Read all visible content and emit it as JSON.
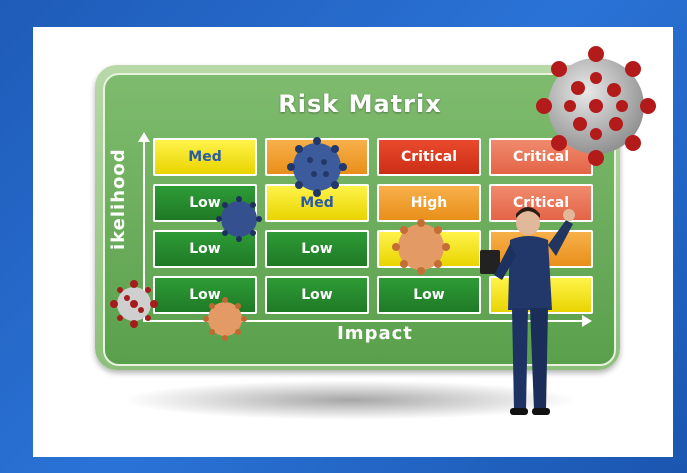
{
  "matrix": {
    "title": "Risk Matrix",
    "y_axis_label": "ikelihood",
    "x_axis_label": "Impact",
    "rows": [
      [
        "Med",
        "",
        "Critical",
        "Critical"
      ],
      [
        "Low",
        "Med",
        "High",
        "Critical"
      ],
      [
        "Low",
        "Low",
        "",
        ""
      ],
      [
        "Low",
        "Low",
        "Low",
        ""
      ]
    ]
  },
  "colors": {
    "background": "#1f5bb8",
    "board_green": "#5aa04c",
    "yellow": "#f0dc1a",
    "green": "#228a2c",
    "orange": "#f0a030",
    "red": "#d83a20",
    "virus_red": "#a81d1d",
    "virus_blue": "#3a4f86",
    "virus_orange": "#d8844e"
  },
  "icons": [
    "coronavirus-icon",
    "businessman-figure"
  ]
}
